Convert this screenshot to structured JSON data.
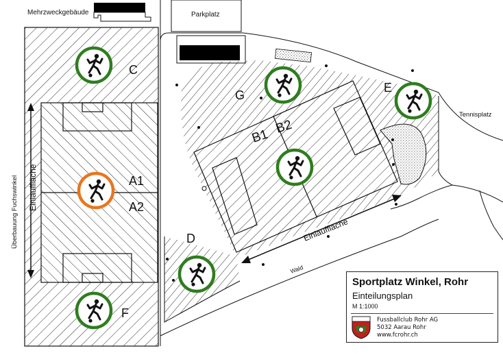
{
  "labels": {
    "building": "Mehrzweckgebäude",
    "parking": "Parkplatz",
    "tennis": "Tennisplatz",
    "forest": "Wald",
    "overpass": "Überbauung Fuchswinkel",
    "warmup_left": "Einlauffläche",
    "warmup_bottom": "Einlauffläche"
  },
  "fields": {
    "A1": "A1",
    "A2": "A2",
    "B1": "B1",
    "B2": "B2",
    "C": "C",
    "D": "D",
    "E": "E",
    "F": "F",
    "G": "G"
  },
  "legend": {
    "title": "Sportplatz Winkel, Rohr",
    "subtitle": "Einteilungsplan",
    "scale": "M 1:1000",
    "club_name": "Fussballclub Rohr AG",
    "club_address": "5032 Aarau Rohr",
    "club_web": "www.fcrohr.ch"
  },
  "colors": {
    "marker_green": "#2e7d1e",
    "marker_orange": "#e8761e",
    "line": "#111111",
    "dot_fill": "#dddddd"
  },
  "icons": [
    "soccer-player-icon",
    "club-logo-icon"
  ]
}
